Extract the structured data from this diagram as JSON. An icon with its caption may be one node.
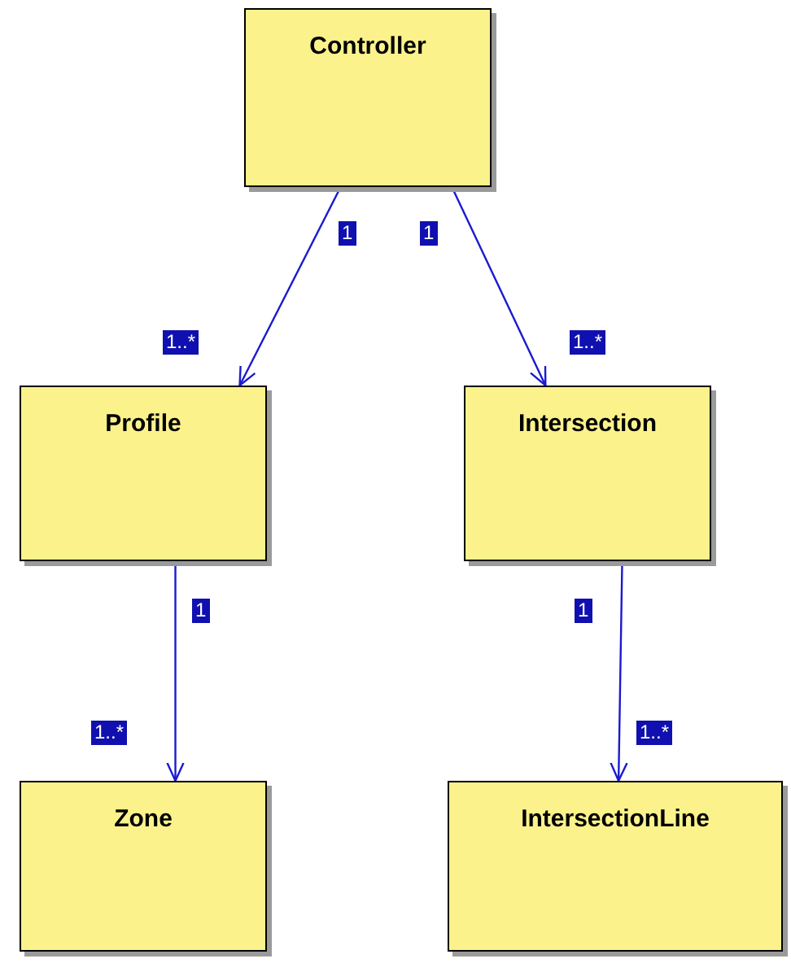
{
  "diagram": {
    "nodes": [
      {
        "text": [
          "Controller"
        ]
      },
      {
        "text": [
          "Profile"
        ]
      },
      {
        "text": [
          "Intersection"
        ]
      },
      {
        "text": [
          "Zone"
        ]
      },
      {
        "text": [
          "IntersectionLine"
        ]
      }
    ],
    "edges": [
      {
        "from": 0,
        "to": 1,
        "arrow": "to"
      },
      {
        "from": 0,
        "to": 2,
        "arrow": "to"
      },
      {
        "from": 1,
        "to": 3,
        "arrow": "to"
      },
      {
        "from": 2,
        "to": 4,
        "arrow": "to"
      }
    ],
    "labels": [
      "1",
      "1",
      "1..*",
      "1..*",
      "1",
      "1",
      "1..*",
      "1..*"
    ]
  }
}
